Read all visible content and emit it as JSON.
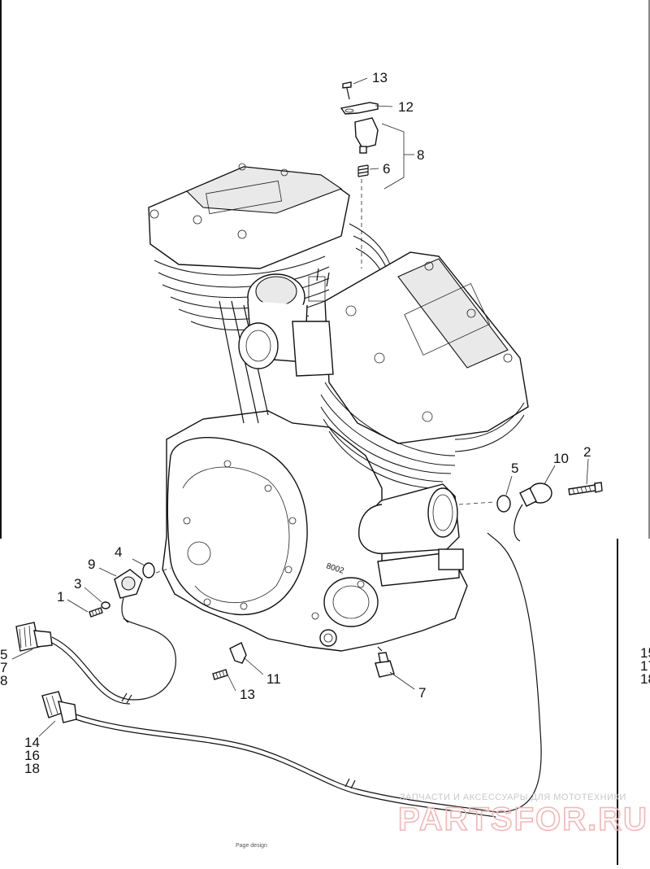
{
  "diagram": {
    "callouts": [
      {
        "id": "c13a",
        "text": "13"
      },
      {
        "id": "c12",
        "text": "12"
      },
      {
        "id": "c8",
        "text": "8"
      },
      {
        "id": "c6",
        "text": "6"
      },
      {
        "id": "c2",
        "text": "2"
      },
      {
        "id": "c10",
        "text": "10"
      },
      {
        "id": "c5",
        "text": "5"
      },
      {
        "id": "c4",
        "text": "4"
      },
      {
        "id": "c9",
        "text": "9"
      },
      {
        "id": "c3",
        "text": "3"
      },
      {
        "id": "c1",
        "text": "1"
      },
      {
        "id": "c11",
        "text": "11"
      },
      {
        "id": "c13b",
        "text": "13"
      },
      {
        "id": "c7",
        "text": "7"
      },
      {
        "id": "c14",
        "text": "14"
      },
      {
        "id": "c16",
        "text": "16"
      },
      {
        "id": "c18",
        "text": "18"
      },
      {
        "id": "cl15",
        "text": "5"
      },
      {
        "id": "cl17",
        "text": "7"
      },
      {
        "id": "cl18",
        "text": "8"
      },
      {
        "id": "cr15",
        "text": "15"
      },
      {
        "id": "cr17",
        "text": "17"
      },
      {
        "id": "cr18",
        "text": "18"
      }
    ],
    "engine_stamp": "8002",
    "footer_text": "Page design",
    "watermark": {
      "caption": "ЗАПЧАСТИ И АКСЕССУАРЫ ДЛЯ МОТОТЕХНИКИ",
      "logo": "PARTSFOR.RU",
      "logo_color": "#f1b7b7"
    }
  }
}
